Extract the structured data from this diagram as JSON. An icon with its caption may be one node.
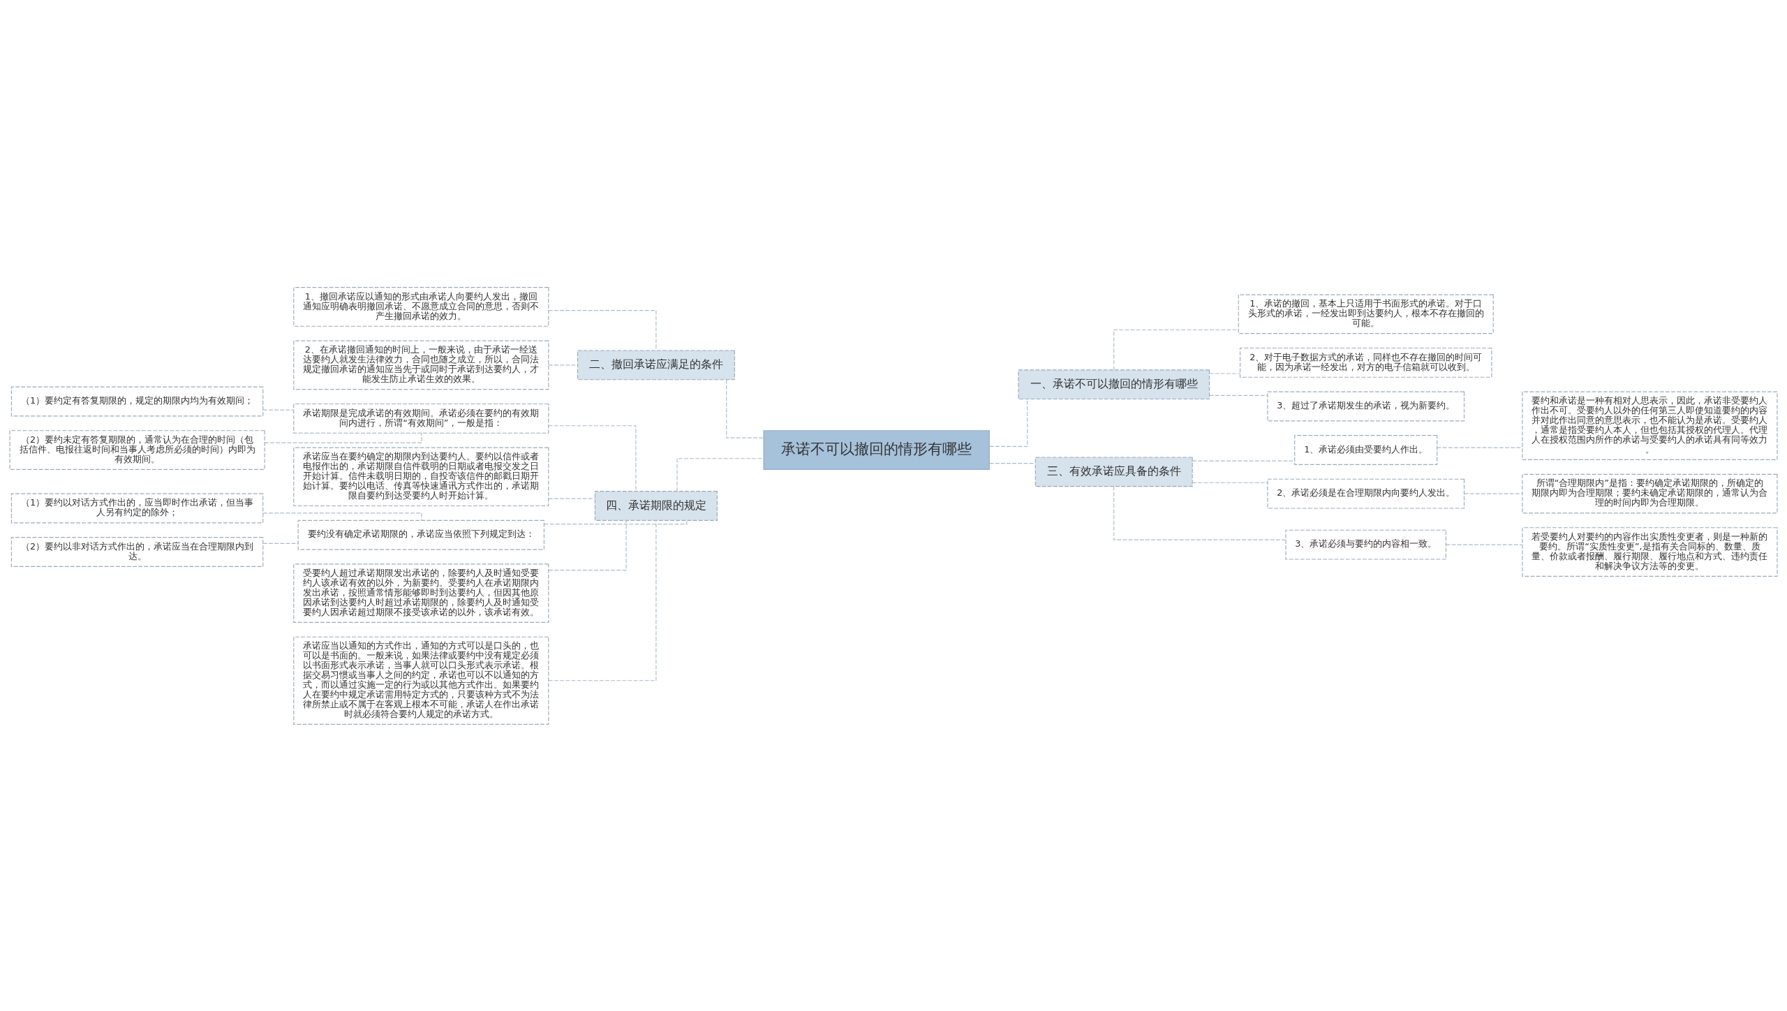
{
  "diagram": {
    "nodes": [
      {
        "text": [
          "承诺不可以撤回的情形有哪些"
        ]
      },
      {
        "text": [
          "一、承诺不可以撤回的情形有哪些"
        ]
      },
      {
        "text": [
          "1、承诺的撤回，基本上只适用于书面形式的承诺。对于口头形式的承诺，一经发出即到达要约人，根本不存在撤回的可能。"
        ]
      },
      {
        "text": [
          "2、对于电子数据方式的承诺，同样也不存在撤回的时间可能，因为承诺一经发出，对方的电子信箱就可以收到。"
        ]
      },
      {
        "text": [
          "3、超过了承诺期发生的承诺，视为新要约。"
        ]
      },
      {
        "text": [
          "二、撤回承诺应满足的条件"
        ]
      },
      {
        "text": [
          "1、撤回承诺应以通知的形式由承诺人向要约人发出，撤回通知应明确表明撤回承诺、不愿意成立合同的意思，否则不产生撤回承诺的效力。"
        ]
      },
      {
        "text": [
          "2、在承诺撤回通知的时间上，一般来说，由于承诺一经送达要约人就发生法律效力，合同也随之成立，所以，合同法规定撤回承诺的通知应当先于或同时于承诺到达要约人，才能发生防止承诺生效的效果。"
        ]
      },
      {
        "text": [
          "三、有效承诺应具备的条件"
        ]
      },
      {
        "text": [
          "1、承诺必须由受要约人作出。"
        ]
      },
      {
        "text": [
          "要约和承诺是一种有相对人思表示，因此，承诺非受要约人作出不可。受要约人以外的任何第三人即使知道要约的内容并对此作出同意的意思表示，也不能认为是承诺。受要约人，通常是指受要约人本人，但也包括其授权的代理人。代理人在授权范围内所作的承诺与受要约人的承诺具有同等效力。"
        ]
      },
      {
        "text": [
          "2、承诺必须是在合理期限内向要约人发出。"
        ]
      },
      {
        "text": [
          "所谓“合理期限内”是指：要约确定承诺期限的，所确定的期限内即为合理期限；要约未确定承诺期限的，通常认为合理的时间内即为合理期限。"
        ]
      },
      {
        "text": [
          "3、承诺必须与要约的内容相一致。"
        ]
      },
      {
        "text": [
          "若受要约人对要约的内容作出实质性变更者，则是一种新的要约。所谓“实质性变更”,是指有关合同标的、数量、质量、价款或者报酬、履行期限、履行地点和方式、违约责任和解决争议方法等的变更。"
        ]
      },
      {
        "text": [
          "四、承诺期限的规定"
        ]
      },
      {
        "text": [
          "承诺期限是完成承诺的有效期间。承诺必须在要约的有效期间内进行，所谓“有效期间”，一般是指："
        ]
      },
      {
        "text": [
          "（1）要约定有答复期限的，规定的期限内均为有效期间；"
        ]
      },
      {
        "text": [
          "（2）要约未定有答复期限的，通常认为在合理的时间（包括信件、电报往返时间和当事人考虑所必须的时间）内即为有效期间。"
        ]
      },
      {
        "text": [
          "承诺应当在要约确定的期限内到达要约人。要约以信件或者电报作出的，承诺期限自信件载明的日期或者电报交发之日开始计算。信件未载明日期的，自投寄该信件的邮戳日期开始计算。要约以电话、传真等快速通讯方式作出的，承诺期限自要约到达受要约人时开始计算。"
        ]
      },
      {
        "text": [
          "要约没有确定承诺期限的，承诺应当依照下列规定到达："
        ]
      },
      {
        "text": [
          "（1）要约以对话方式作出的，应当即时作出承诺，但当事人另有约定的除外；"
        ]
      },
      {
        "text": [
          "（2）要约以非对话方式作出的，承诺应当在合理期限内到达。"
        ]
      },
      {
        "text": [
          "受要约人超过承诺期限发出承诺的，除要约人及时通知受要约人该承诺有效的以外，为新要约。受要约人在承诺期限内发出承诺，按照通常情形能够即时到达要约人，但因其他原因承诺到达要约人时超过承诺期限的，除要约人及时通知受要约人因承诺超过期限不接受该承诺的以外，该承诺有效。"
        ]
      },
      {
        "text": [
          "承诺应当以通知的方式作出，通知的方式可以是口头的，也可以是书面的。一般来说，如果法律或要约中没有规定必须以书面形式表示承诺，当事人就可以口头形式表示承诺。根据交易习惯或当事人之间的约定，承诺也可以不以通知的方式，而以通过实施一定的行为或以其他方式作出。如果要约人在要约中规定承诺需用特定方式的，只要该种方式不为法律所禁止或不属于在客观上根本不可能，承诺人在作出承诺时就必须符合要约人规定的承诺方式。"
        ]
      }
    ],
    "edges": [
      {
        "from": 0,
        "to": 1,
        "arrow": "none",
        "style": "dashed"
      },
      {
        "from": 1,
        "to": 2,
        "arrow": "none",
        "style": "dashed"
      },
      {
        "from": 1,
        "to": 3,
        "arrow": "none",
        "style": "dashed"
      },
      {
        "from": 1,
        "to": 4,
        "arrow": "none",
        "style": "dashed"
      },
      {
        "from": 0,
        "to": 5,
        "arrow": "none",
        "style": "dashed"
      },
      {
        "from": 5,
        "to": 6,
        "arrow": "none",
        "style": "dashed"
      },
      {
        "from": 5,
        "to": 7,
        "arrow": "none",
        "style": "dashed"
      },
      {
        "from": 0,
        "to": 8,
        "arrow": "none",
        "style": "dashed"
      },
      {
        "from": 8,
        "to": 9,
        "arrow": "none",
        "style": "dashed"
      },
      {
        "from": 9,
        "to": 10,
        "arrow": "none",
        "style": "dashed"
      },
      {
        "from": 8,
        "to": 11,
        "arrow": "none",
        "style": "dashed"
      },
      {
        "from": 11,
        "to": 12,
        "arrow": "none",
        "style": "dashed"
      },
      {
        "from": 8,
        "to": 13,
        "arrow": "none",
        "style": "dashed"
      },
      {
        "from": 13,
        "to": 14,
        "arrow": "none",
        "style": "dashed"
      },
      {
        "from": 0,
        "to": 15,
        "arrow": "none",
        "style": "dashed"
      },
      {
        "from": 15,
        "to": 16,
        "arrow": "none",
        "style": "dashed"
      },
      {
        "from": 16,
        "to": 17,
        "arrow": "none",
        "style": "dashed"
      },
      {
        "from": 16,
        "to": 18,
        "arrow": "none",
        "style": "dashed"
      },
      {
        "from": 15,
        "to": 19,
        "arrow": "none",
        "style": "dashed"
      },
      {
        "from": 15,
        "to": 20,
        "arrow": "none",
        "style": "dashed"
      },
      {
        "from": 20,
        "to": 21,
        "arrow": "none",
        "style": "dashed"
      },
      {
        "from": 20,
        "to": 22,
        "arrow": "none",
        "style": "dashed"
      },
      {
        "from": 15,
        "to": 23,
        "arrow": "none",
        "style": "dashed"
      },
      {
        "from": 15,
        "to": 24,
        "arrow": "none",
        "style": "dashed"
      }
    ]
  }
}
